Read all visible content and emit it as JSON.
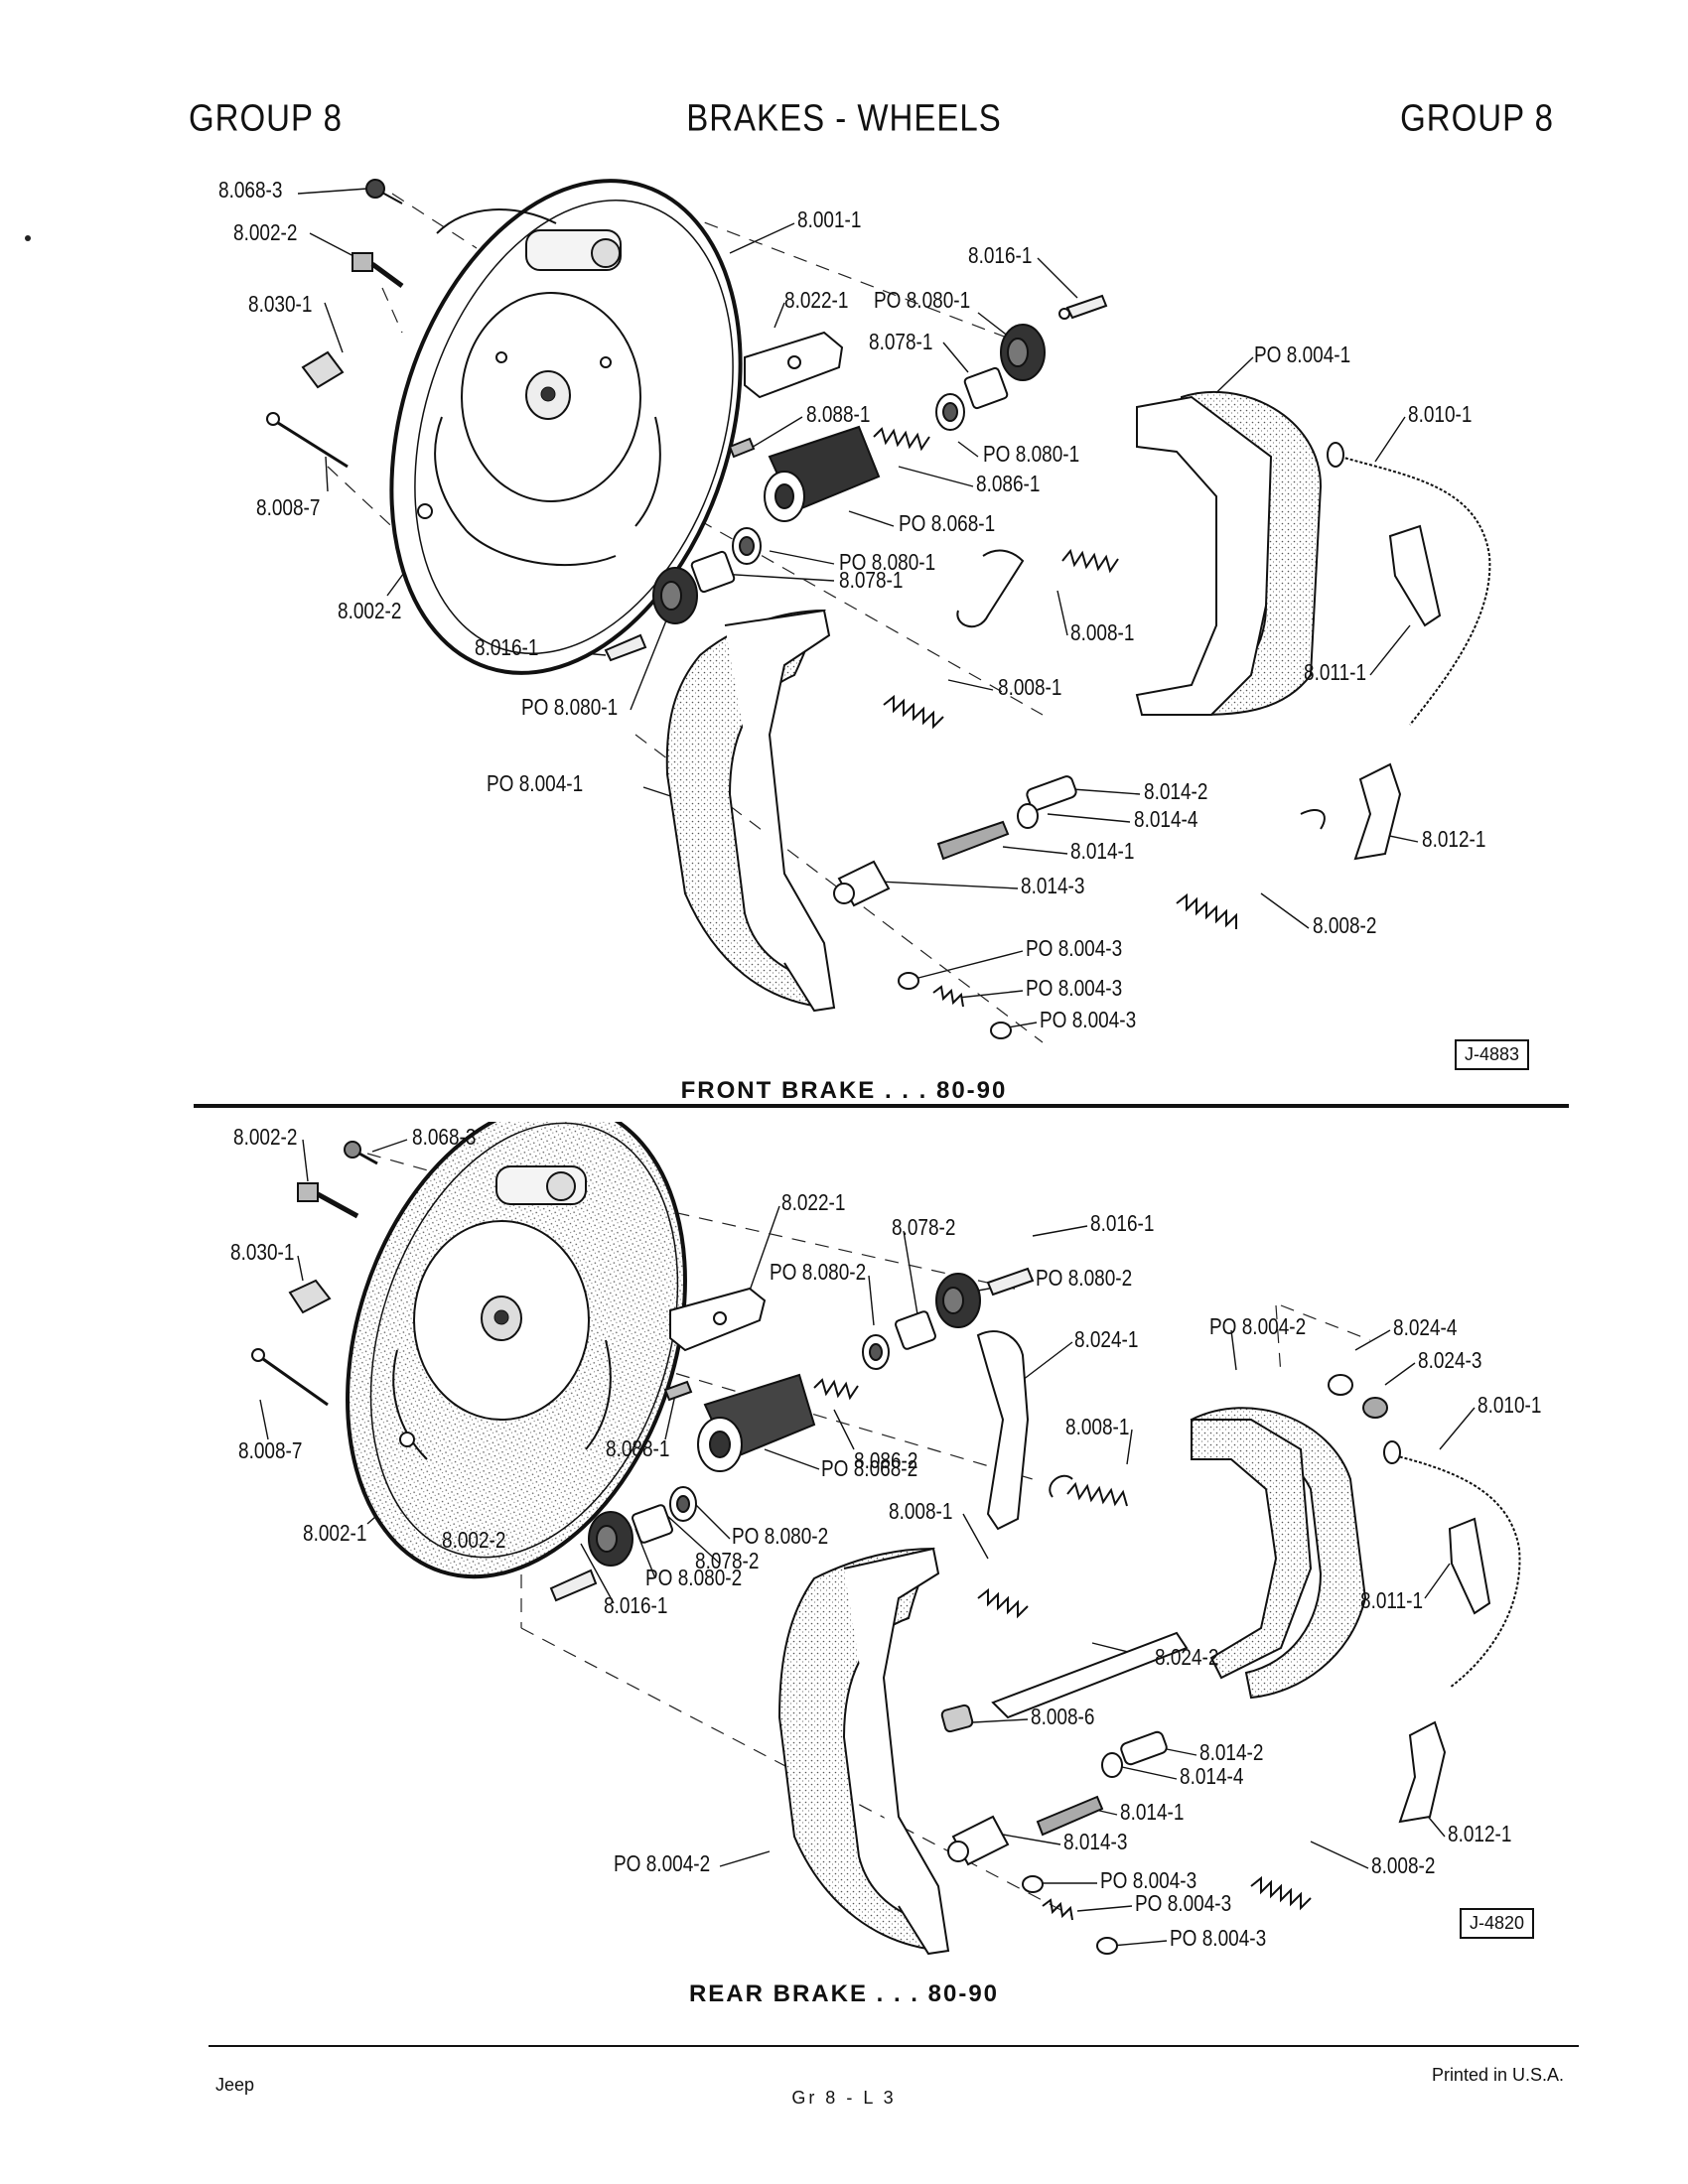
{
  "header": {
    "left": "GROUP 8",
    "center": "BRAKES - WHEELS",
    "right": "GROUP 8"
  },
  "front": {
    "caption": "FRONT BRAKE . . . 80-90",
    "figure_id": "J-4883",
    "labels": [
      {
        "text": "8.068-3"
      },
      {
        "text": "8.002-2"
      },
      {
        "text": "8.030-1"
      },
      {
        "text": "8.008-7"
      },
      {
        "text": "8.002-2"
      },
      {
        "text": "8.001-1"
      },
      {
        "text": "8.016-1"
      },
      {
        "text": "8.022-1"
      },
      {
        "text": "PO  8.080-1"
      },
      {
        "text": "8.078-1"
      },
      {
        "text": "PO  8.004-1"
      },
      {
        "text": "8.088-1"
      },
      {
        "text": "8.010-1"
      },
      {
        "text": "PO  8.080-1"
      },
      {
        "text": "8.086-1"
      },
      {
        "text": "PO  8.068-1"
      },
      {
        "text": "PO  8.080-1"
      },
      {
        "text": "8.078-1"
      },
      {
        "text": "8.016-1"
      },
      {
        "text": "8.008-1"
      },
      {
        "text": "PO  8.080-1"
      },
      {
        "text": "8.008-1"
      },
      {
        "text": "8.011-1"
      },
      {
        "text": "PO  8.004-1"
      },
      {
        "text": "8.014-2"
      },
      {
        "text": "8.014-4"
      },
      {
        "text": "8.014-1"
      },
      {
        "text": "8.012-1"
      },
      {
        "text": "8.014-3"
      },
      {
        "text": "8.008-2"
      },
      {
        "text": "PO  8.004-3"
      },
      {
        "text": "PO  8.004-3"
      },
      {
        "text": "PO  8.004-3"
      }
    ]
  },
  "rear": {
    "caption": "REAR BRAKE . . . 80-90",
    "figure_id": "J-4820",
    "labels": [
      {
        "text": "8.002-2"
      },
      {
        "text": "8.068-3"
      },
      {
        "text": "8.030-1"
      },
      {
        "text": "8.022-1"
      },
      {
        "text": "8.078-2"
      },
      {
        "text": "8.016-1"
      },
      {
        "text": "PO  8.080-2"
      },
      {
        "text": "PO  8.080-2"
      },
      {
        "text": "PO  8.004-2"
      },
      {
        "text": "8.024-1"
      },
      {
        "text": "8.024-4"
      },
      {
        "text": "8.024-3"
      },
      {
        "text": "8.010-1"
      },
      {
        "text": "8.008-7"
      },
      {
        "text": "8.088-1"
      },
      {
        "text": "8.086-2"
      },
      {
        "text": "8.008-1"
      },
      {
        "text": "PO  8.068-2"
      },
      {
        "text": "8.008-1"
      },
      {
        "text": "8.002-1"
      },
      {
        "text": "8.002-2"
      },
      {
        "text": "PO  8.080-2"
      },
      {
        "text": "8.078-2"
      },
      {
        "text": "PO  8.080-2"
      },
      {
        "text": "8.016-1"
      },
      {
        "text": "8.011-1"
      },
      {
        "text": "8.024-2"
      },
      {
        "text": "8.008-6"
      },
      {
        "text": "8.014-2"
      },
      {
        "text": "8.014-4"
      },
      {
        "text": "8.014-1"
      },
      {
        "text": "8.012-1"
      },
      {
        "text": "8.014-3"
      },
      {
        "text": "8.008-2"
      },
      {
        "text": "PO  8.004-2"
      },
      {
        "text": "PO  8.004-3"
      },
      {
        "text": "PO  8.004-3"
      },
      {
        "text": "PO  8.004-3"
      }
    ]
  },
  "footer": {
    "left": "Jeep",
    "center": "Gr 8 - L 3",
    "right": "Printed  in U.S.A."
  }
}
